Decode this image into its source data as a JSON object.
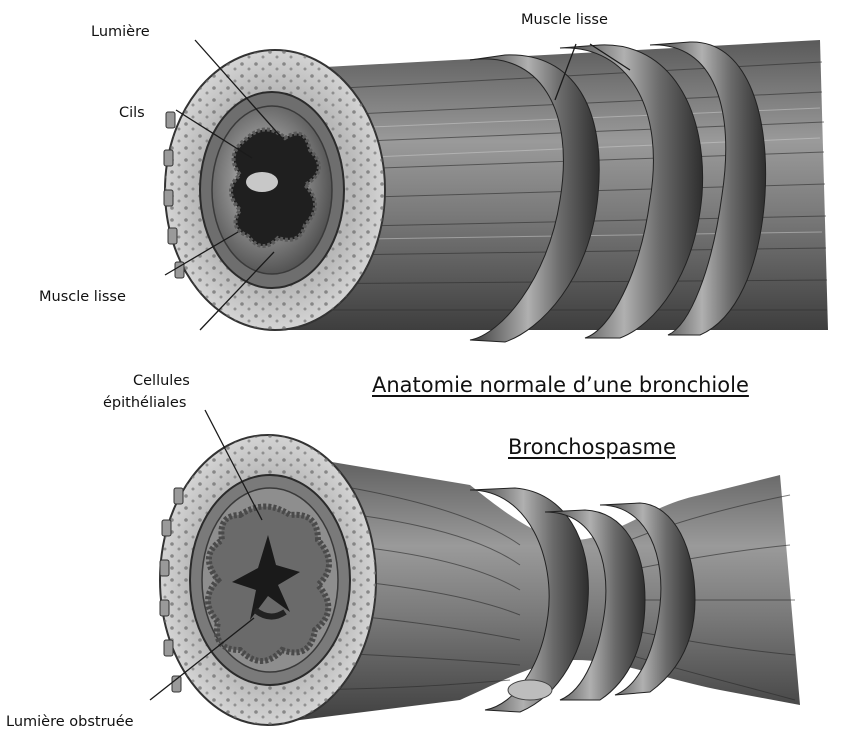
{
  "figure": {
    "labels": {
      "lumiere": "Lumière",
      "cils": "Cils",
      "muscle_lisse_left": "Muscle lisse",
      "muscle_lisse_top": "Muscle lisse",
      "cellules_line1": "Cellules",
      "cellules_line2": "épithéliales",
      "lumiere_obstruee": "Lumière obstruée"
    },
    "titles": {
      "normal": "Anatomie normale d’une bronchiole",
      "spasm": "Bronchospasme"
    }
  },
  "colors": {
    "ink": "#2a2a2a",
    "tissue": "#8a8a8a",
    "tissue_light": "#c8c8c8",
    "background": "#ffffff"
  }
}
